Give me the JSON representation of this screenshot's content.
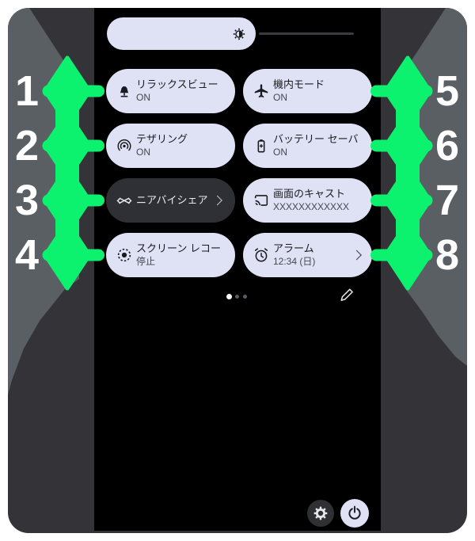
{
  "numbers": {
    "left": [
      "1",
      "2",
      "3",
      "4"
    ],
    "right": [
      "5",
      "6",
      "7",
      "8"
    ]
  },
  "tiles": [
    {
      "label": "リラックスビュー",
      "status": "ON",
      "icon": "relax-view",
      "chevron": false
    },
    {
      "label": "テザリング",
      "status": "ON",
      "icon": "tethering",
      "chevron": false
    },
    {
      "label": "ニアバイシェア",
      "status": "",
      "icon": "nearby-share",
      "chevron": true
    },
    {
      "label": "スクリーン レコー",
      "status": "停止",
      "icon": "screen-record",
      "chevron": false
    },
    {
      "label": "機内モード",
      "status": "ON",
      "icon": "airplane-mode",
      "chevron": false
    },
    {
      "label": "バッテリー セーバ",
      "status": "ON",
      "icon": "battery-saver",
      "chevron": false
    },
    {
      "label": "画面のキャスト",
      "status": "XXXXXXXXXXXX",
      "icon": "cast",
      "chevron": false
    },
    {
      "label": "アラーム",
      "status": "12:34 (日)",
      "icon": "alarm",
      "chevron": true
    }
  ],
  "slider": {
    "icon": "brightness-half"
  },
  "pager": {
    "dot_count": 3,
    "active_dot": 1
  },
  "edit_icon": "pencil",
  "footer": {
    "icons": [
      "settings-gear",
      "power"
    ]
  },
  "colors": {
    "accent_green": "#0cf26e",
    "tile_light": "#dfe2f5",
    "tile_dark": "#2f3035",
    "blob_gray": "#5a5f64",
    "frame_gray": "#343438",
    "screen": "#000000"
  }
}
